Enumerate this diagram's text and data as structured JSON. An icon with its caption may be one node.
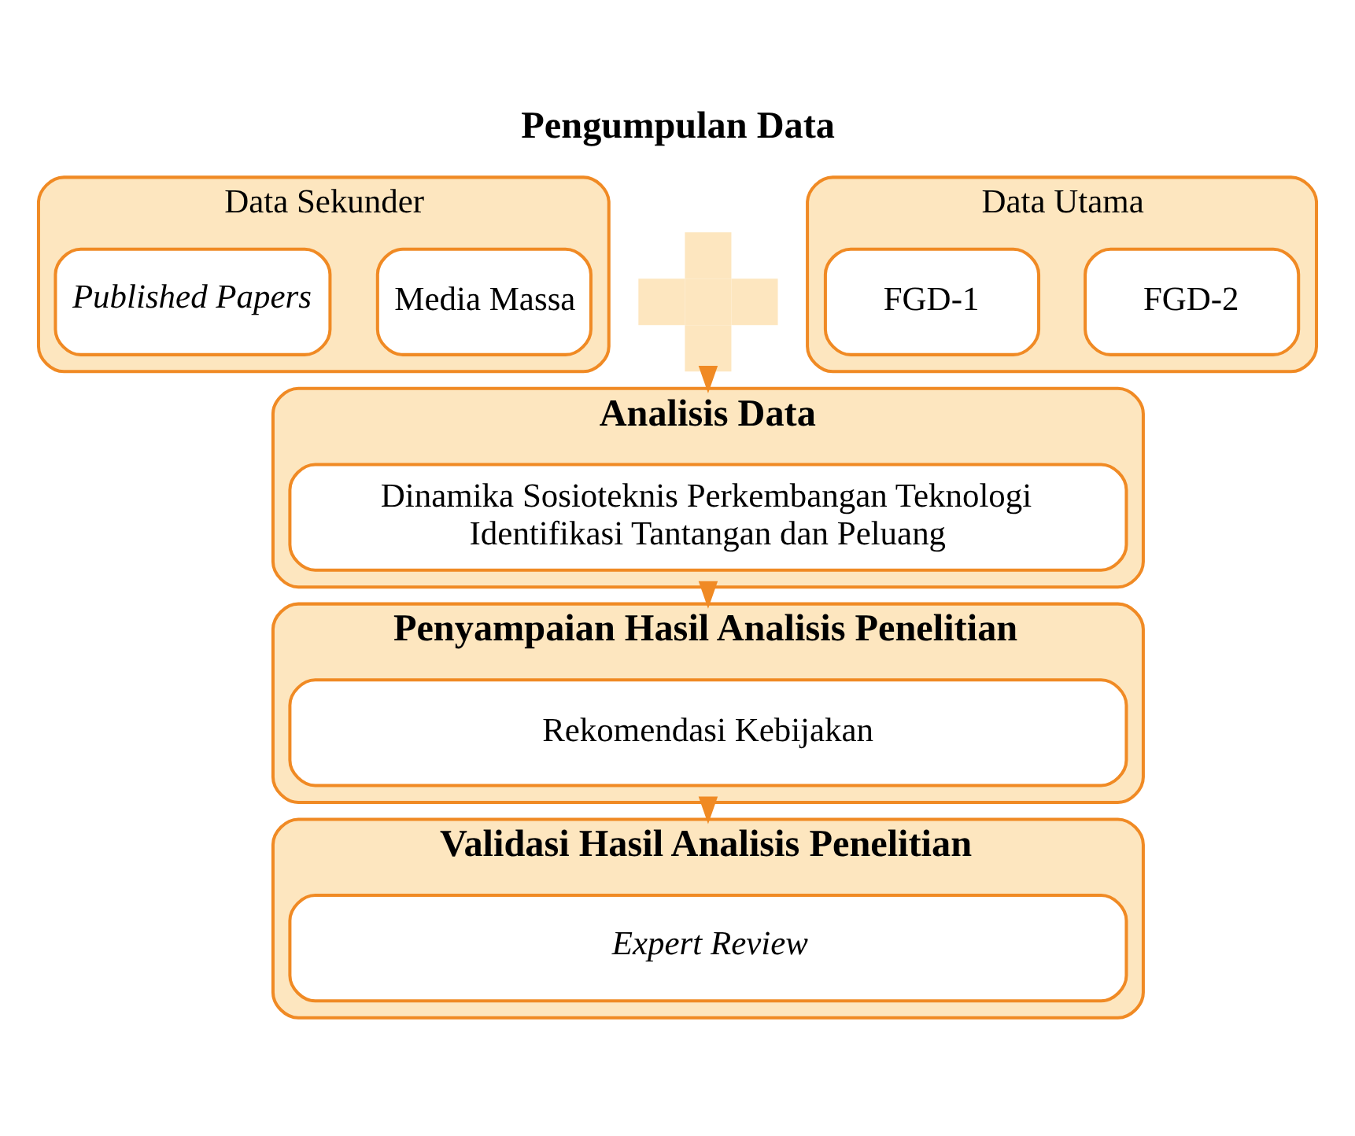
{
  "diagram": {
    "title": "Pengumpulan Data",
    "nodes": [
      {
        "text": [
          "Data Sekunder"
        ]
      },
      {
        "text": [
          "Published Papers"
        ],
        "in": 0
      },
      {
        "text": [
          "Media Massa"
        ],
        "in": 0
      },
      {
        "text": [],
        "shape": "plus"
      },
      {
        "text": [
          "Data Utama"
        ]
      },
      {
        "text": [
          "FGD-1"
        ],
        "in": 4
      },
      {
        "text": [
          "FGD-2"
        ],
        "in": 4
      },
      {
        "text": [
          "Analisis Data"
        ]
      },
      {
        "text": [
          "Dinamika Sosioteknis Perkembangan Teknologi",
          "Identifikasi Tantangan dan Peluang"
        ],
        "in": 7
      },
      {
        "text": [
          "Penyampaian Hasil Analisis Penelitian"
        ]
      },
      {
        "text": [
          "Rekomendasi Kebijakan"
        ],
        "in": 9
      },
      {
        "text": [
          "Validasi Hasil Analisis Penelitian"
        ]
      },
      {
        "text": [
          "Expert Review"
        ],
        "in": 11
      }
    ],
    "edges": [
      {
        "from": 3,
        "to": 7,
        "arrow": "to"
      },
      {
        "from": 7,
        "to": 9,
        "arrow": "to"
      },
      {
        "from": 9,
        "to": 11,
        "arrow": "to"
      }
    ]
  }
}
